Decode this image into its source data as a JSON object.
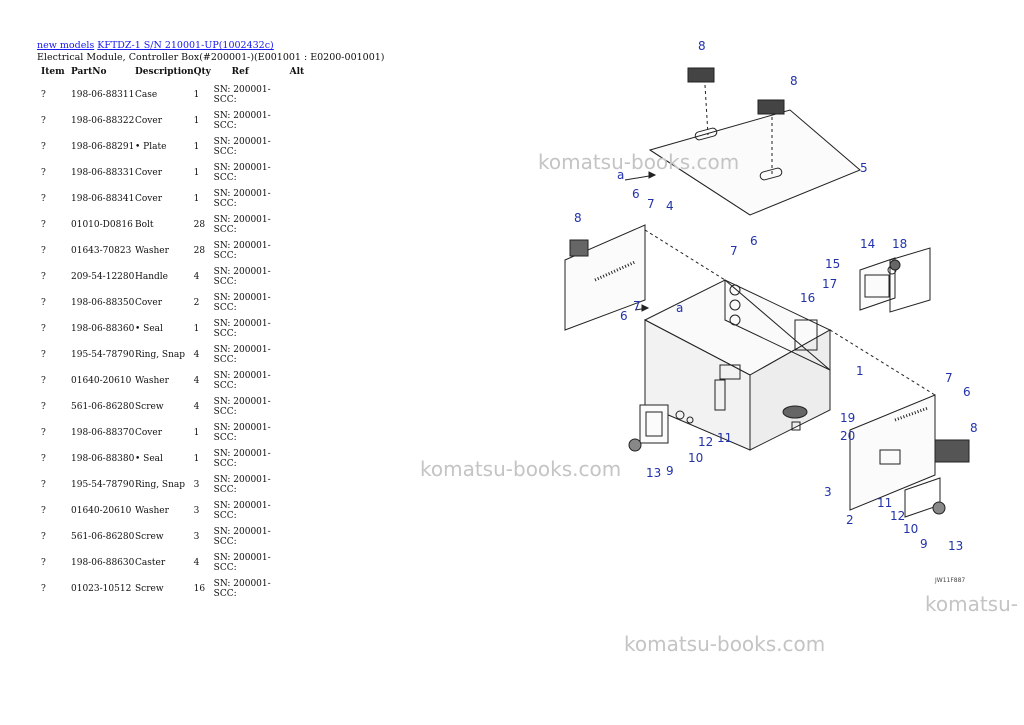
{
  "breadcrumb": {
    "link1": "new models",
    "link2": "KFTDZ-1 S/N 210001-UP(1002432c)"
  },
  "subtitle": "Electrical Module, Controller Box(#200001-)(E001001 : E0200-001001)",
  "table": {
    "headers": [
      "Item",
      "PartNo",
      "Description",
      "Qty",
      "Ref",
      "Alt"
    ],
    "rows": [
      {
        "item": "?",
        "part": "198-06-88311",
        "desc": "Case",
        "qty": "1",
        "ref1": "SN: 200001-",
        "ref2": "SCC:"
      },
      {
        "item": "?",
        "part": "198-06-88322",
        "desc": "Cover",
        "qty": "1",
        "ref1": "SN: 200001-",
        "ref2": "SCC:"
      },
      {
        "item": "?",
        "part": "198-06-88291",
        "desc": "• Plate",
        "qty": "1",
        "ref1": "SN: 200001-",
        "ref2": "SCC:"
      },
      {
        "item": "?",
        "part": "198-06-88331",
        "desc": "Cover",
        "qty": "1",
        "ref1": "SN: 200001-",
        "ref2": "SCC:"
      },
      {
        "item": "?",
        "part": "198-06-88341",
        "desc": "Cover",
        "qty": "1",
        "ref1": "SN: 200001-",
        "ref2": "SCC:"
      },
      {
        "item": "?",
        "part": "01010-D0816",
        "desc": "Bolt",
        "qty": "28",
        "ref1": "SN: 200001-",
        "ref2": "SCC:"
      },
      {
        "item": "?",
        "part": "01643-70823",
        "desc": "Washer",
        "qty": "28",
        "ref1": "SN: 200001-",
        "ref2": "SCC:"
      },
      {
        "item": "?",
        "part": "209-54-12280",
        "desc": "Handle",
        "qty": "4",
        "ref1": "SN: 200001-",
        "ref2": "SCC:"
      },
      {
        "item": "?",
        "part": "198-06-88350",
        "desc": "Cover",
        "qty": "2",
        "ref1": "SN: 200001-",
        "ref2": "SCC:"
      },
      {
        "item": "?",
        "part": "198-06-88360",
        "desc": "• Seal",
        "qty": "1",
        "ref1": "SN: 200001-",
        "ref2": "SCC:"
      },
      {
        "item": "?",
        "part": "195-54-78790",
        "desc": "Ring, Snap",
        "qty": "4",
        "ref1": "SN: 200001-",
        "ref2": "SCC:"
      },
      {
        "item": "?",
        "part": "01640-20610",
        "desc": "Washer",
        "qty": "4",
        "ref1": "SN: 200001-",
        "ref2": "SCC:"
      },
      {
        "item": "?",
        "part": "561-06-86280",
        "desc": "Screw",
        "qty": "4",
        "ref1": "SN: 200001-",
        "ref2": "SCC:"
      },
      {
        "item": "?",
        "part": "198-06-88370",
        "desc": "Cover",
        "qty": "1",
        "ref1": "SN: 200001-",
        "ref2": "SCC:"
      },
      {
        "item": "?",
        "part": "198-06-88380",
        "desc": "• Seal",
        "qty": "1",
        "ref1": "SN: 200001-",
        "ref2": "SCC:"
      },
      {
        "item": "?",
        "part": "195-54-78790",
        "desc": "Ring, Snap",
        "qty": "3",
        "ref1": "SN: 200001-",
        "ref2": "SCC:"
      },
      {
        "item": "?",
        "part": "01640-20610",
        "desc": "Washer",
        "qty": "3",
        "ref1": "SN: 200001-",
        "ref2": "SCC:"
      },
      {
        "item": "?",
        "part": "561-06-86280",
        "desc": "Screw",
        "qty": "3",
        "ref1": "SN: 200001-",
        "ref2": "SCC:"
      },
      {
        "item": "?",
        "part": "198-06-88630",
        "desc": "Caster",
        "qty": "4",
        "ref1": "SN: 200001-",
        "ref2": "SCC:"
      },
      {
        "item": "?",
        "part": "01023-10512",
        "desc": "Screw",
        "qty": "16",
        "ref1": "SN: 200001-",
        "ref2": "SCC:"
      }
    ]
  },
  "diagram": {
    "callouts": [
      "8",
      "8",
      "5",
      "6",
      "7",
      "4",
      "8",
      "7",
      "6",
      "14",
      "18",
      "15",
      "17",
      "16",
      "6",
      "7",
      "1",
      "7",
      "6",
      "19",
      "20",
      "8",
      "12",
      "11",
      "10",
      "9",
      "13",
      "3",
      "2",
      "11",
      "12",
      "10",
      "9",
      "13"
    ],
    "arrow_label": "a",
    "code": "JW11F887"
  },
  "watermarks": [
    "komatsu-books.com",
    "komatsu-books.com",
    "komatsu-books.com",
    "komatsu-"
  ]
}
